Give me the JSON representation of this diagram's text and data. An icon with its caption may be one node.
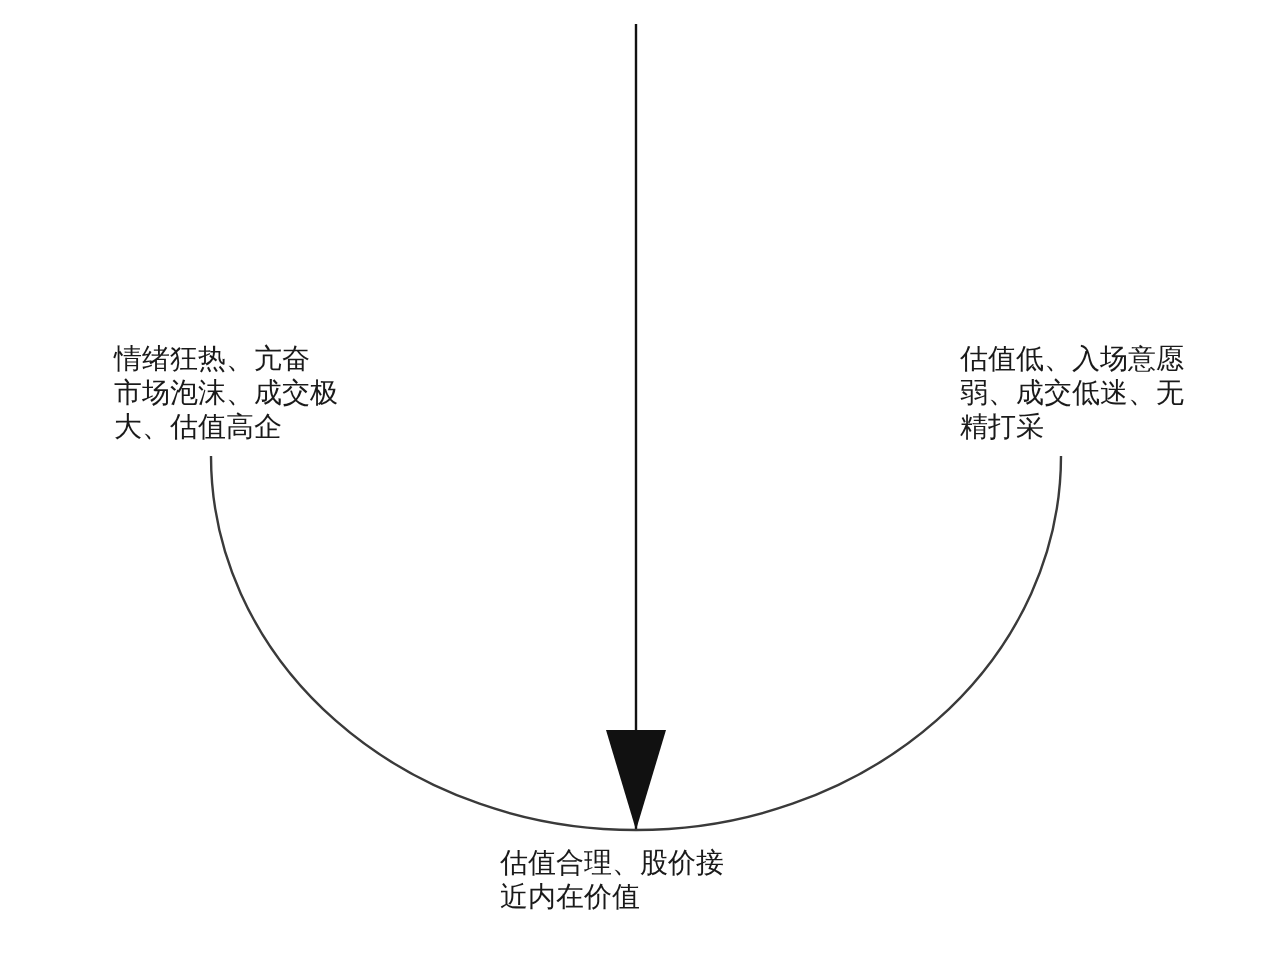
{
  "diagram": {
    "nodes": [
      {
        "text": [
          "情绪狂热、亢奋",
          "市场泡沫、成交极大、估值高企"
        ]
      },
      {
        "text": [
          "估值低、入场意愿弱、成交低迷、无精打采"
        ]
      },
      {
        "text": [
          "估值合理、股价接近内在价值"
        ]
      }
    ],
    "edges": [
      {
        "from": null,
        "to": 2,
        "arrow": "to"
      },
      {
        "from": 0,
        "to": 2,
        "arrow": "none"
      },
      {
        "from": 2,
        "to": 1,
        "arrow": "none"
      }
    ]
  }
}
